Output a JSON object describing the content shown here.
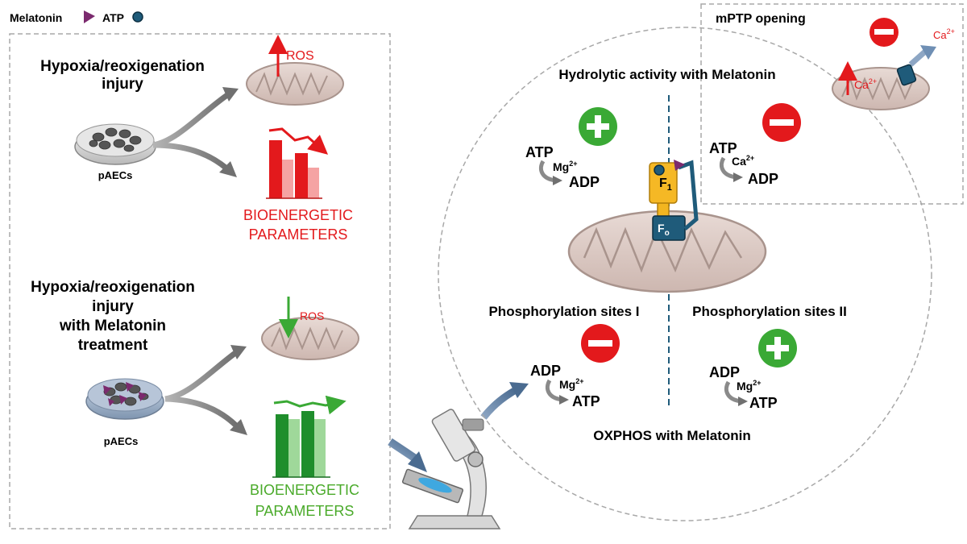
{
  "legend": {
    "melatonin": "Melatonin",
    "atp": "ATP"
  },
  "left_panel": {
    "top": {
      "title_line1": "Hypoxia/reoxigenation",
      "title_line2": "injury",
      "cells_label": "pAECs",
      "ros_label": "ROS",
      "bio_line1": "BIOENERGETIC",
      "bio_line2": "PARAMETERS"
    },
    "bottom": {
      "title_line1": "Hypoxia/reoxigenation",
      "title_line2": "injury",
      "title_line3": "with Melatonin",
      "title_line4": "treatment",
      "cells_label": "pAECs",
      "ros_label": "ROS",
      "bio_line1": "BIOENERGETIC",
      "bio_line2": "PARAMETERS"
    }
  },
  "mptp": {
    "title": "mPTP opening",
    "ca_in": "Ca",
    "ca_out": "Ca",
    "ca_sup": "2+"
  },
  "circle": {
    "hydrolytic_title": "Hydrolytic activity with Melatonin",
    "oxphos_title": "OXPHOS with Melatonin",
    "phos_sites_1": "Phosphorylation sites I",
    "phos_sites_2": "Phosphorylation sites II",
    "f1": "F",
    "f1_sub": "1",
    "fo": "F",
    "fo_sub": "o",
    "hyd_left": {
      "from": "ATP",
      "ion": "Mg",
      "ion_sup": "2+",
      "to": "ADP"
    },
    "hyd_right": {
      "from": "ATP",
      "ion": "Ca",
      "ion_sup": "2+",
      "to": "ADP"
    },
    "ox_left": {
      "from": "ADP",
      "ion": "Mg",
      "ion_sup": "2+",
      "to": "ATP"
    },
    "ox_right": {
      "from": "ADP",
      "ion": "Mg",
      "ion_sup": "2+",
      "to": "ATP"
    }
  },
  "colors": {
    "red": "#e3191c",
    "green": "#3aa935",
    "bio_green": "#4aaa2a",
    "mito_fill": "#d9c7c1",
    "arrow_gray": "#8a8a8a",
    "purple": "#7b2a6e",
    "atp_blue": "#1f5b7a"
  }
}
